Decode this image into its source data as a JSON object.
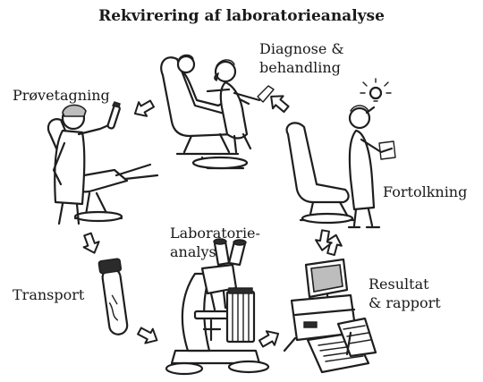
{
  "title": "Rekvirering af laboratorieanalyse",
  "stages": {
    "diagnose": {
      "line1": "Diagnose &",
      "line2": "behandling"
    },
    "proevetagning": {
      "label": "Prøvetagning"
    },
    "fortolkning": {
      "label": "Fortolkning"
    },
    "laboratorie": {
      "line1": "Laboratorie-",
      "line2": "analyse"
    },
    "transport": {
      "label": "Transport"
    },
    "resultat": {
      "line1": "Resultat",
      "line2": "& rapport"
    }
  }
}
